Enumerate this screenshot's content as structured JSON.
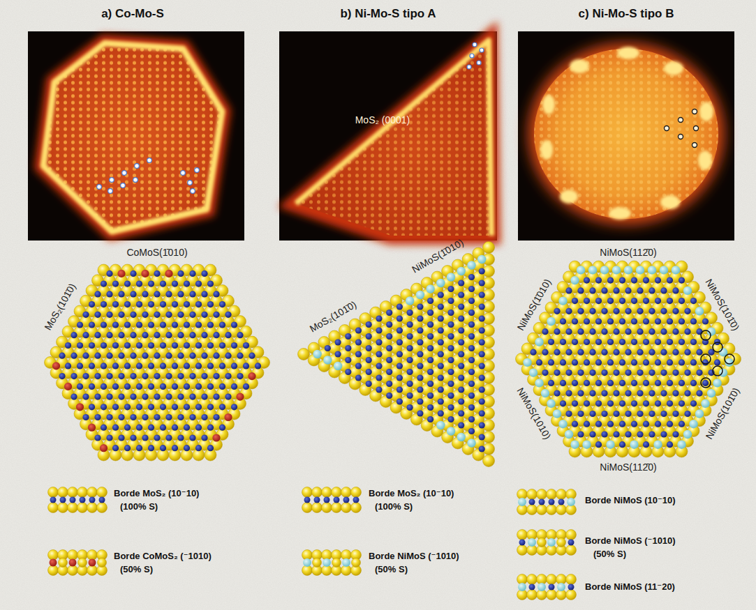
{
  "diagram": {
    "labels": [
      "a) Co-Mo-S",
      "b) Ni-Mo-S tipo A",
      "c) Ni-Mo-S tipo B",
      "MoS₂ (0001)",
      "MoS₂(101̄0)",
      "CoMoS(1̄010)",
      "NiMoS(1̄010)",
      "MoS₂(101̄0)",
      "NiMoS(1̄010)",
      "NiMoS(112̄0)",
      "NiMoS(101̄0)",
      "NiMoS(1010)",
      "NiMoS(112̄0)",
      "NiMoS(101̄0)",
      "Borde MoS₂ (10⁻10)",
      "(100% S)",
      "Borde CoMoS₂ (⁻1010)",
      "(50% S)",
      "Borde MoS₂ (10⁻10)",
      "(100% S)",
      "Borde NiMoS (⁻1010)",
      "(50% S)",
      "Borde NiMoS (10⁻10)",
      "Borde NiMoS (⁻1010)",
      "(50% S)",
      "Borde NiMoS (11⁻20)"
    ]
  }
}
